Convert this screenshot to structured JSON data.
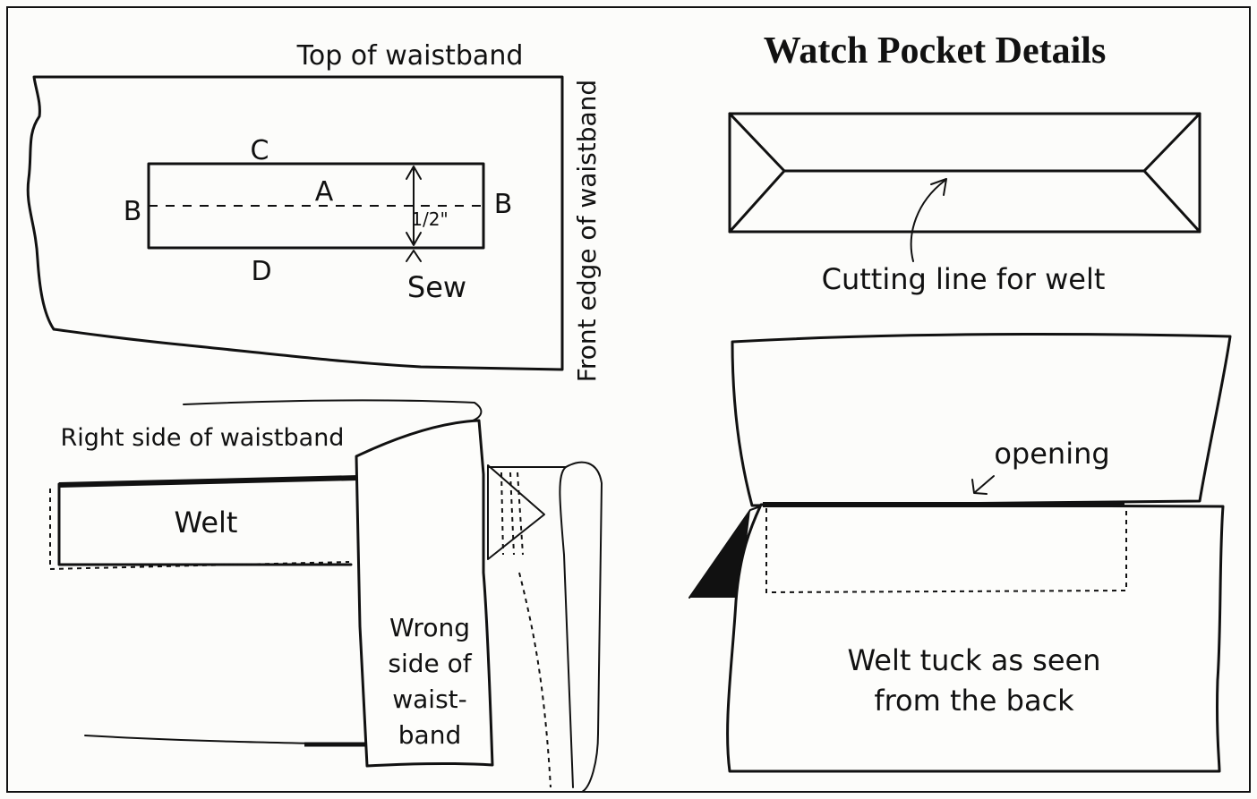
{
  "title": "Watch Pocket Details",
  "panel_a": {
    "top_label": "Top of waistband",
    "front_edge_label": "Front edge of waistband",
    "letter_c": "C",
    "letter_a": "A",
    "letter_b_left": "B",
    "letter_b_right": "B",
    "letter_d": "D",
    "measure": "1/2\"",
    "sew": "Sew"
  },
  "panel_b": {
    "cutting_line": "Cutting line for welt"
  },
  "panel_c": {
    "right_side": "Right side of waistband",
    "welt": "Welt",
    "wrong_side_lines": [
      "Wrong",
      "side of",
      "waist-",
      "band"
    ]
  },
  "panel_d": {
    "opening": "opening",
    "tuck_lines": [
      "Welt tuck as seen",
      "from the back"
    ]
  }
}
